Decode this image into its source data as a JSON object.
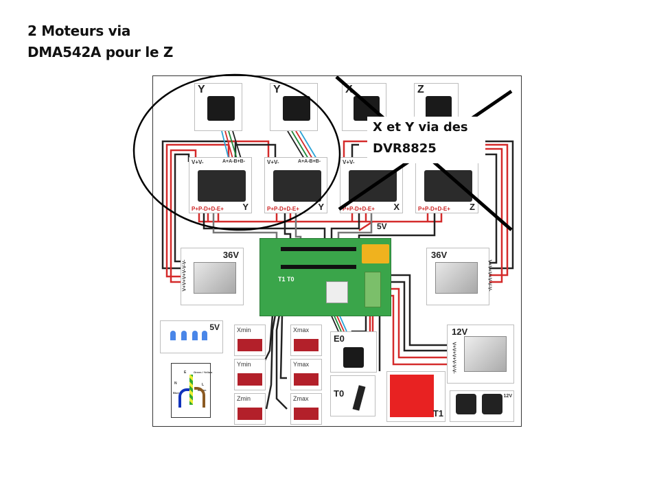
{
  "slide": {
    "title_line1": "2 Moteurs via",
    "title_line2": "DMA542A pour le Z",
    "callout_line1": "X et Y via des",
    "callout_line2": "DVR8825"
  },
  "diagram": {
    "motors": [
      {
        "axis": "Y"
      },
      {
        "axis": "Y"
      },
      {
        "axis": "X"
      },
      {
        "axis": "Z"
      }
    ],
    "drivers": [
      {
        "axis": "Y",
        "power_pins": "V+V-",
        "motor_pins": "A+A-B+B-",
        "signal_pins": "P+P-D+D-E+"
      },
      {
        "axis": "Y",
        "power_pins": "V+V-",
        "motor_pins": "A+A-B+B-",
        "signal_pins": "P+P-D+D-E+"
      },
      {
        "axis": "X",
        "power_pins": "V+V-",
        "motor_pins": "",
        "signal_pins": "P+P-D+D-E+"
      },
      {
        "axis": "Z",
        "power_pins": "",
        "motor_pins": "",
        "signal_pins": "P+P-D+D-E+"
      }
    ],
    "signal_voltage": "5V",
    "psu_left": {
      "voltage": "36V",
      "terminals": "V+V+V+V-V-V-"
    },
    "psu_right": {
      "voltage": "36V",
      "terminals": "V+V+V+V-V-V-"
    },
    "psu_12v": {
      "voltage": "12V",
      "terminals": "V+V+V+V-V-V-"
    },
    "leds": {
      "voltage": "5V"
    },
    "mains": {
      "earth": "E",
      "earth_color": "Green / Yellow",
      "neutral": "N",
      "neutral_color": "Blue",
      "live": "L",
      "live_color": "Brown"
    },
    "endstops": [
      "Xmin",
      "Xmax",
      "Ymin",
      "Ymax",
      "Zmin",
      "Zmax"
    ],
    "extruder": "E0",
    "thermistor": "T0",
    "heatbed": "T1",
    "fans": {
      "voltage": "12V"
    },
    "board_labels": "T1 T0"
  },
  "colors": {
    "wire_red": "#d42a2a",
    "wire_black": "#222222",
    "wire_gray": "#777777",
    "wire_green": "#1f8a3a",
    "wire_blue": "#2aa3d6",
    "pcb_green": "#3aa54a",
    "annotation": "#000000"
  }
}
